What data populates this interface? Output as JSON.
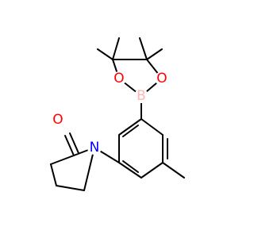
{
  "colors": {
    "background": "#ffffff",
    "bond": "#000000",
    "oxygen": "#ff0000",
    "nitrogen": "#0000ff",
    "boron": "#ffb5b5"
  },
  "molecule": {
    "atoms": [
      {
        "id": "boron",
        "symbol": "B",
        "color": "#ffb5b5"
      },
      {
        "id": "oxygen-ring-left",
        "symbol": "O",
        "color": "#ff0000"
      },
      {
        "id": "oxygen-ring-right",
        "symbol": "O",
        "color": "#ff0000"
      },
      {
        "id": "nitrogen-lactam",
        "symbol": "N",
        "color": "#0000ff"
      },
      {
        "id": "oxygen-carbonyl",
        "symbol": "O",
        "color": "#ff0000"
      }
    ]
  }
}
